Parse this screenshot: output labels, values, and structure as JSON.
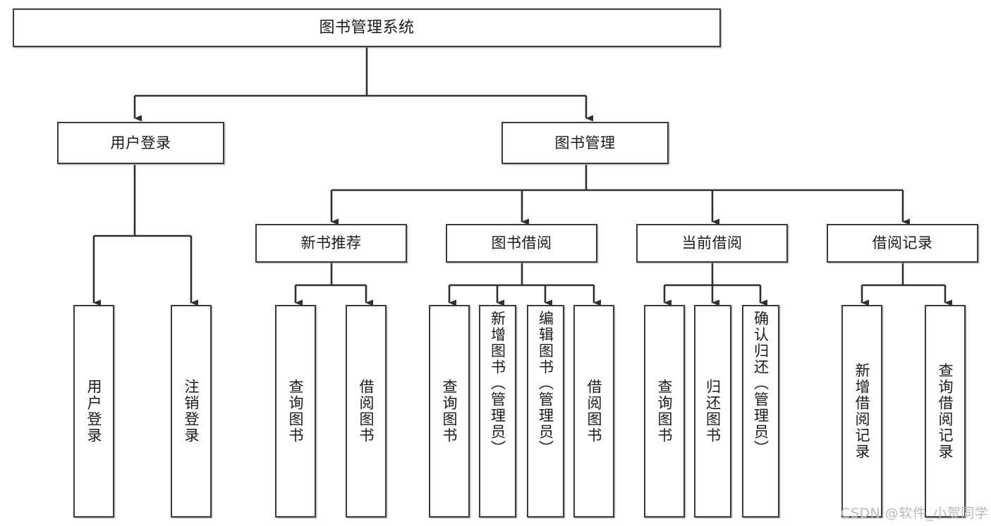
{
  "diagram": {
    "type": "tree-hierarchy-chart",
    "title": "图书管理系统",
    "stroke_color": "#3b3b3b",
    "background_color": "#ffffff",
    "text_color": "#1a1a1a"
  },
  "nodes": {
    "root": {
      "label": "图书管理系统",
      "level": 1
    },
    "l2": [
      {
        "id": "user-login",
        "label": "用户登录",
        "level": 2
      },
      {
        "id": "book-manage",
        "label": "图书管理",
        "level": 2
      }
    ],
    "l3": [
      {
        "id": "new-book-recommend",
        "label": "新书推荐",
        "level": 3
      },
      {
        "id": "book-borrow",
        "label": "图书借阅",
        "level": 3
      },
      {
        "id": "current-borrow",
        "label": "当前借阅",
        "level": 3
      },
      {
        "id": "borrow-record",
        "label": "借阅记录",
        "level": 3
      }
    ],
    "leaves": [
      {
        "id": "leaf-user-login",
        "label": "用户登录",
        "parent": "user-login"
      },
      {
        "id": "leaf-logout",
        "label": "注销登录",
        "parent": "user-login"
      },
      {
        "id": "leaf-query-book-1",
        "label": "查询图书",
        "parent": "new-book-recommend"
      },
      {
        "id": "leaf-borrow-book-1",
        "label": "借阅图书",
        "parent": "new-book-recommend"
      },
      {
        "id": "leaf-query-book-2",
        "label": "查询图书",
        "parent": "book-borrow"
      },
      {
        "id": "leaf-add-book",
        "label": "新增图书（管理员）",
        "parent": "book-borrow"
      },
      {
        "id": "leaf-edit-book",
        "label": "编辑图书（管理员）",
        "parent": "book-borrow"
      },
      {
        "id": "leaf-borrow-book-2",
        "label": "借阅图书",
        "parent": "book-borrow"
      },
      {
        "id": "leaf-query-book-3",
        "label": "查询图书",
        "parent": "current-borrow"
      },
      {
        "id": "leaf-return-book",
        "label": "归还图书",
        "parent": "current-borrow"
      },
      {
        "id": "leaf-confirm-return",
        "label": "确认归还（管理员）",
        "parent": "current-borrow"
      },
      {
        "id": "leaf-add-record",
        "label": "新增借阅记录",
        "parent": "borrow-record"
      },
      {
        "id": "leaf-query-record",
        "label": "查询借阅记录",
        "parent": "borrow-record"
      }
    ]
  },
  "watermark": {
    "text": "CSDN @软件_小贺同学"
  }
}
